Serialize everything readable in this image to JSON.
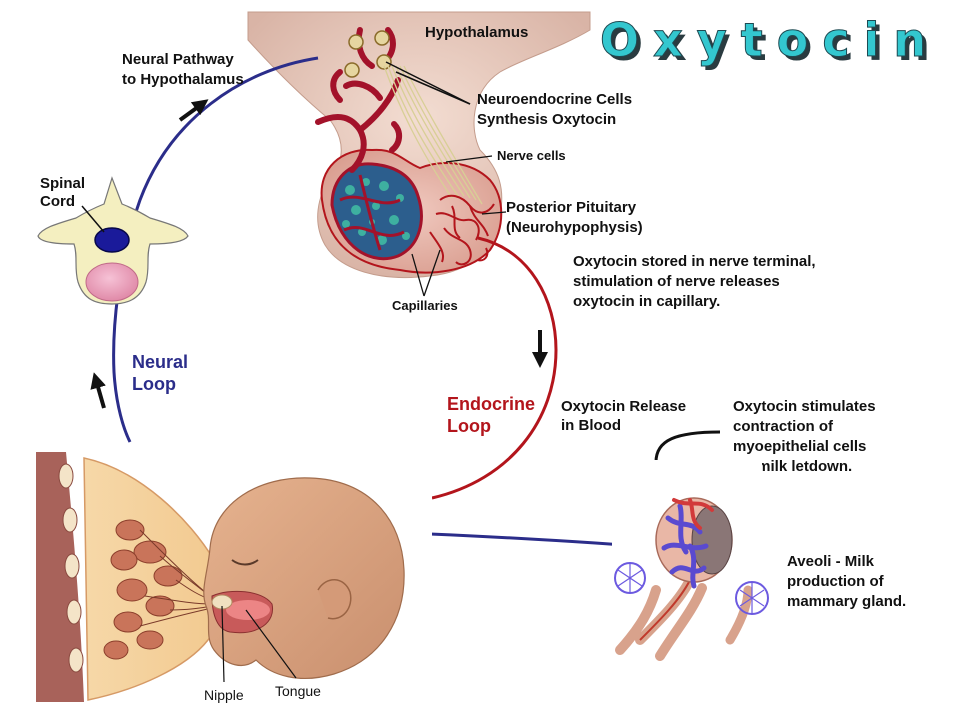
{
  "title": "Oxytocin",
  "labels": {
    "hypothalamus": "Hypothalamus",
    "neural_pathway_1": "Neural Pathway",
    "neural_pathway_2": "to Hypothalamus",
    "neuroendocrine_1": "Neuroendocrine Cells",
    "neuroendocrine_2": "Synthesis Oxytocin",
    "nerve_cells": "Nerve cells",
    "spinal_cord_1": "Spinal",
    "spinal_cord_2": "Cord",
    "posterior_pituitary_1": "Posterior Pituitary",
    "posterior_pituitary_2": "(Neurohypophysis)",
    "stored_1": "Oxytocin stored in nerve terminal,",
    "stored_2": "stimulation of nerve releases",
    "stored_3": "oxytocin in capillary.",
    "capillaries": "Capillaries",
    "neural_loop_1": "Neural",
    "neural_loop_2": "Loop",
    "endocrine_loop_1": "Endocrine",
    "endocrine_loop_2": "Loop",
    "release_1": "Oxytocin Release",
    "release_2": "in Blood",
    "stimulates_1": "Oxytocin stimulates",
    "stimulates_2": "contraction of",
    "stimulates_3": "myoepithelial cells",
    "stimulates_4": "for milk letdown.",
    "aveoli_1": "Aveoli - Milk",
    "aveoli_2": "production of",
    "aveoli_3": "mammary gland.",
    "nipple": "Nipple",
    "tongue": "Tongue"
  },
  "colors": {
    "neural_path": "#2b2d8a",
    "endocrine_path": "#b3151c",
    "title_fill": "#33c7cf",
    "title_shadow": "#2a3b40"
  }
}
